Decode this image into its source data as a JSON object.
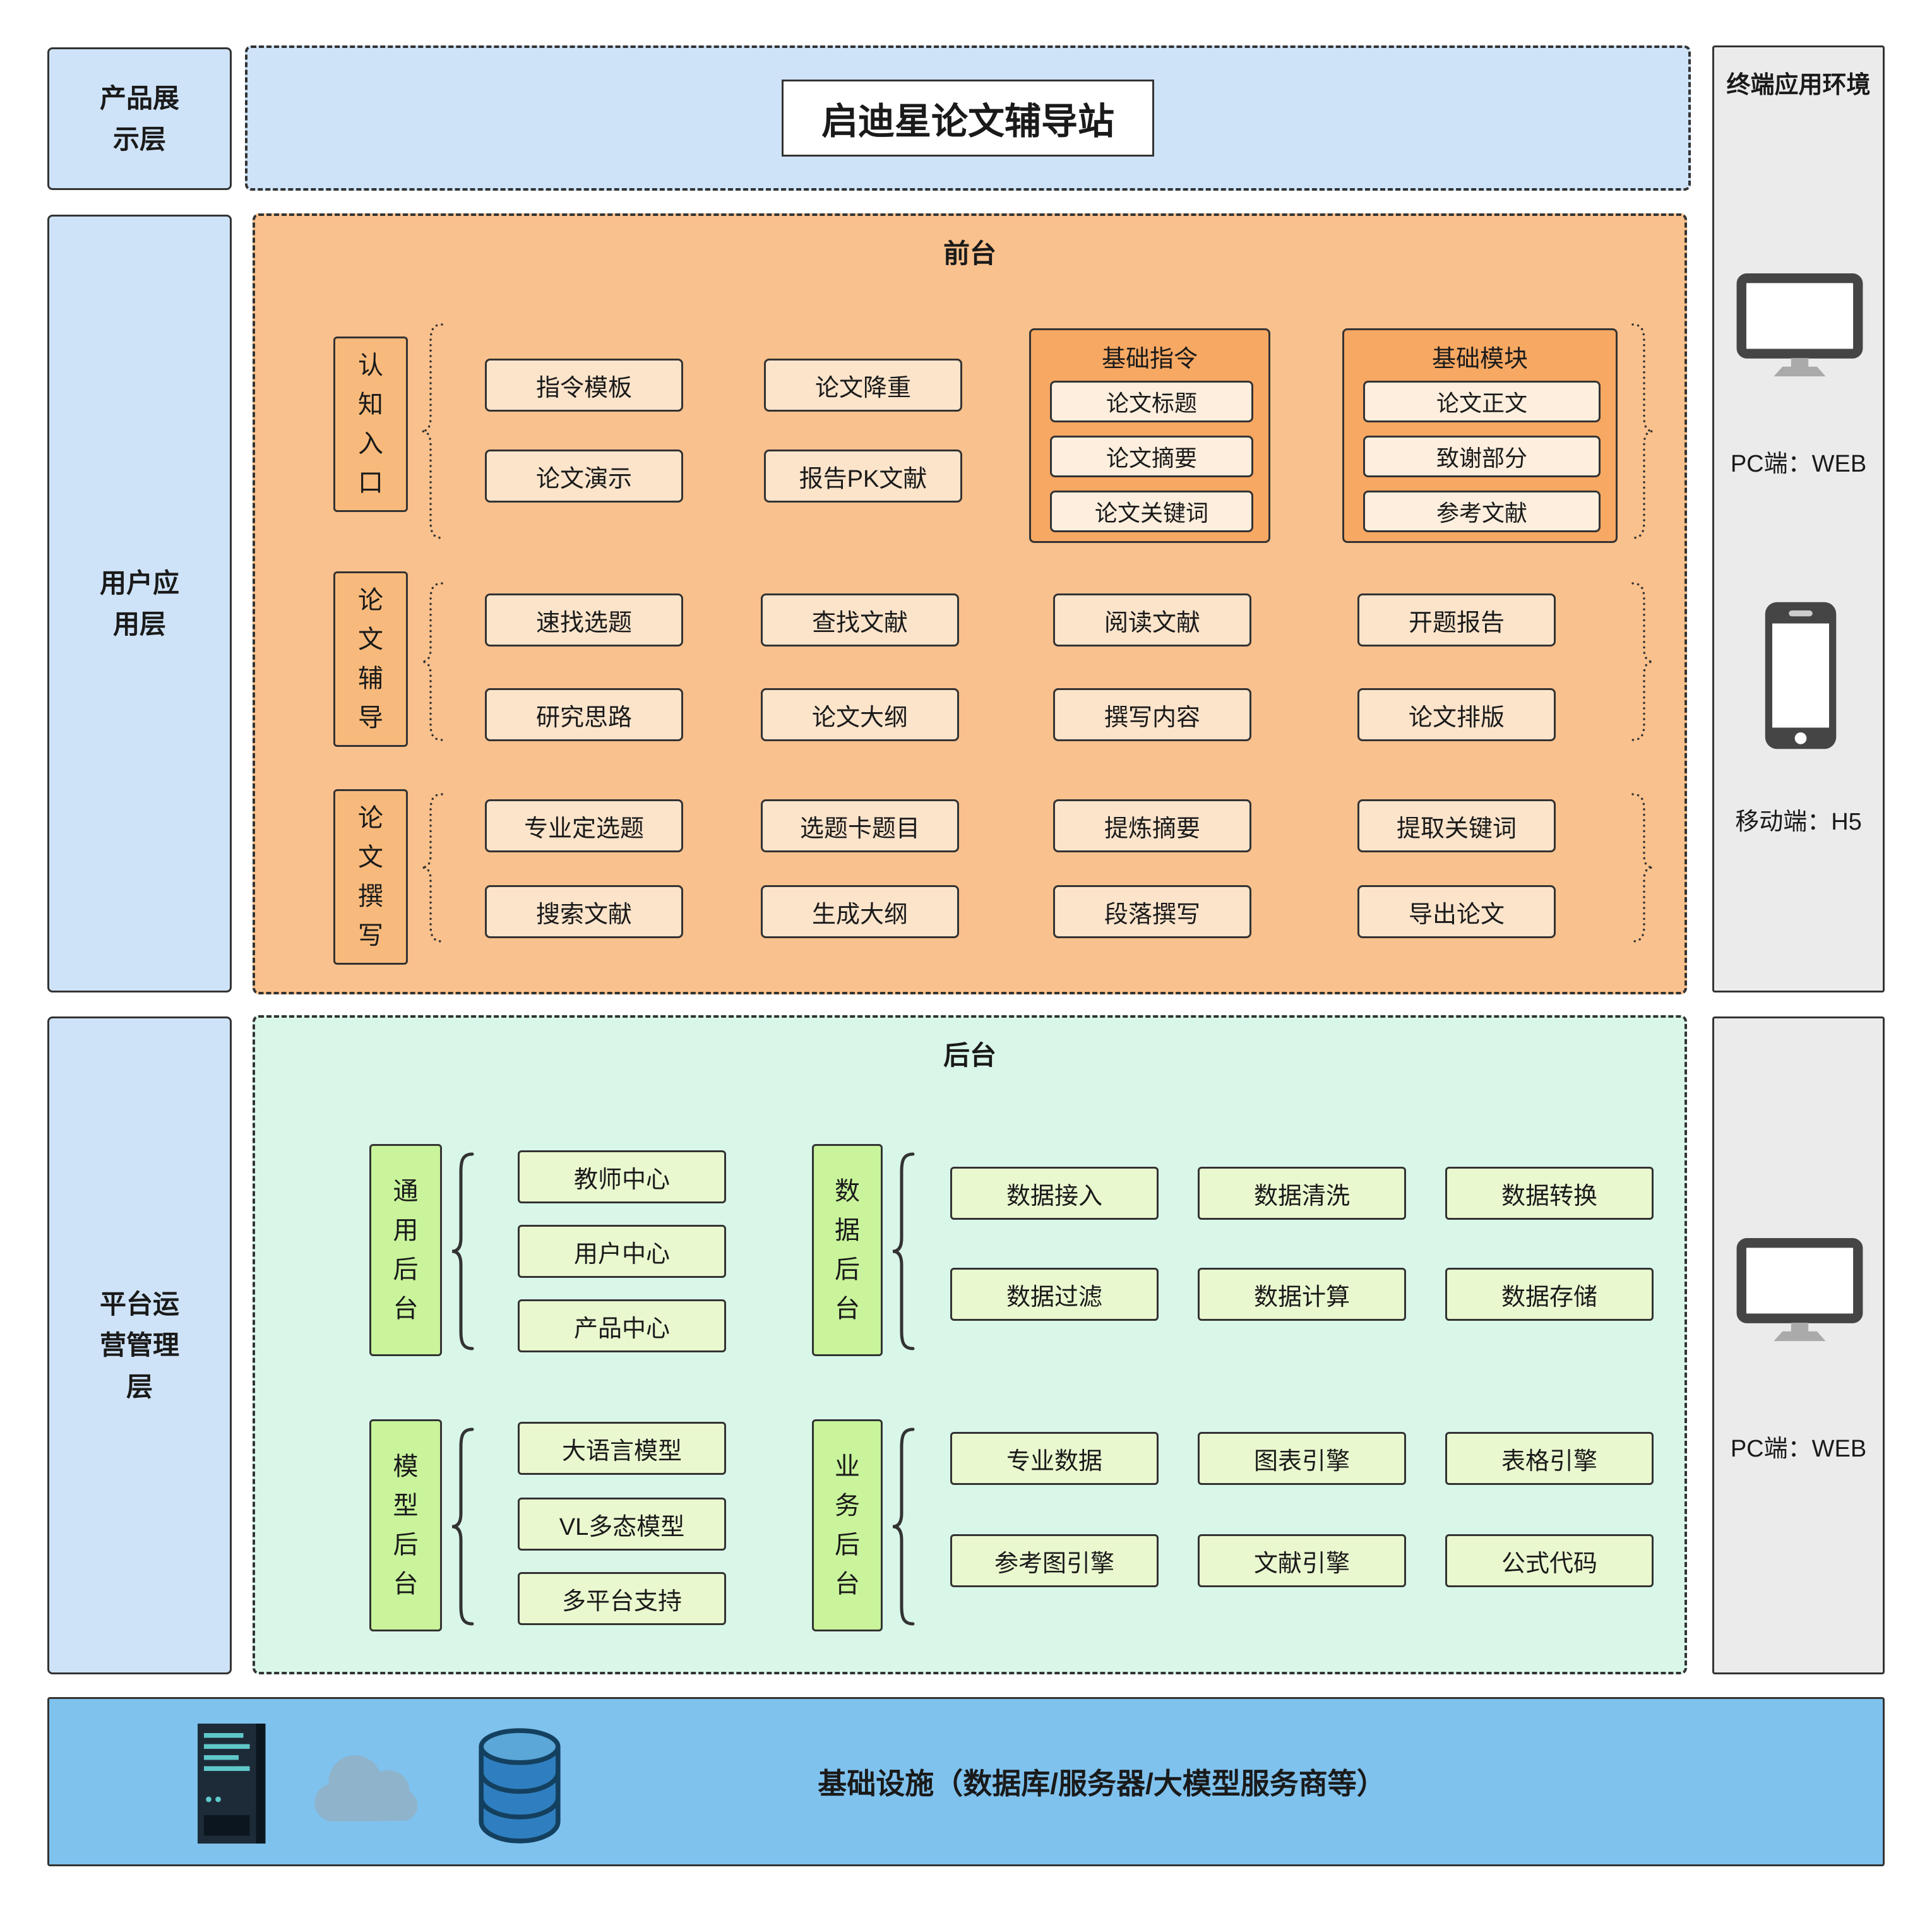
{
  "title": "启迪星论文辅导站",
  "layers": {
    "display": "产品展示层",
    "user": "用户应用层",
    "ops": "平台运营管理层"
  },
  "terminal": {
    "title": "终端应用环境",
    "pc_top": "PC端：WEB",
    "mobile": "移动端：H5",
    "pc_bottom": "PC端：WEB"
  },
  "frontend": {
    "title": "前台",
    "rows": [
      {
        "label": "认知入口",
        "items": [
          "指令模板",
          "论文演示",
          "论文降重",
          "报告PK文献"
        ],
        "groups": [
          {
            "title": "基础指令",
            "items": [
              "论文标题",
              "论文摘要",
              "论文关键词"
            ]
          },
          {
            "title": "基础模块",
            "items": [
              "论文正文",
              "致谢部分",
              "参考文献"
            ]
          }
        ]
      },
      {
        "label": "论文辅导",
        "items": [
          "速找选题",
          "研究思路",
          "查找文献",
          "论文大纲",
          "阅读文献",
          "撰写内容",
          "开题报告",
          "论文排版"
        ]
      },
      {
        "label": "论文撰写",
        "items": [
          "专业定选题",
          "搜索文献",
          "选题卡题目",
          "生成大纲",
          "提炼摘要",
          "段落撰写",
          "提取关键词",
          "导出论文"
        ]
      }
    ]
  },
  "backend": {
    "title": "后台",
    "groups": [
      {
        "label": "通用后台",
        "items": [
          "教师中心",
          "用户中心",
          "产品中心"
        ]
      },
      {
        "label": "数据后台",
        "items": [
          "数据接入",
          "数据清洗",
          "数据转换",
          "数据过滤",
          "数据计算",
          "数据存储"
        ]
      },
      {
        "label": "模型后台",
        "items": [
          "大语言模型",
          "VL多态模型",
          "多平台支持"
        ]
      },
      {
        "label": "业务后台",
        "items": [
          "专业数据",
          "图表引擎",
          "表格引擎",
          "参考图引擎",
          "文献引擎",
          "公式代码"
        ]
      }
    ]
  },
  "infrastructure": {
    "label": "基础设施（数据库/服务器/大模型服务商等）"
  },
  "icons": {
    "pc": "monitor-icon",
    "mobile": "smartphone-icon",
    "infra": [
      "server-icon",
      "cloud-icon",
      "database-icon"
    ]
  },
  "colors": {
    "layer_blue": "#cfe3f8",
    "frontend_orange": "#f9c18d",
    "item_peach": "#fce4cb",
    "group_orange": "#f7a863",
    "sub_item_peach": "#fdeedd",
    "backend_mint": "#d9f7e9",
    "label_green": "#c9f49b",
    "item_green": "#eaf8cf",
    "infra_blue": "#7fc2ee",
    "panel_gray": "#ebebeb"
  }
}
